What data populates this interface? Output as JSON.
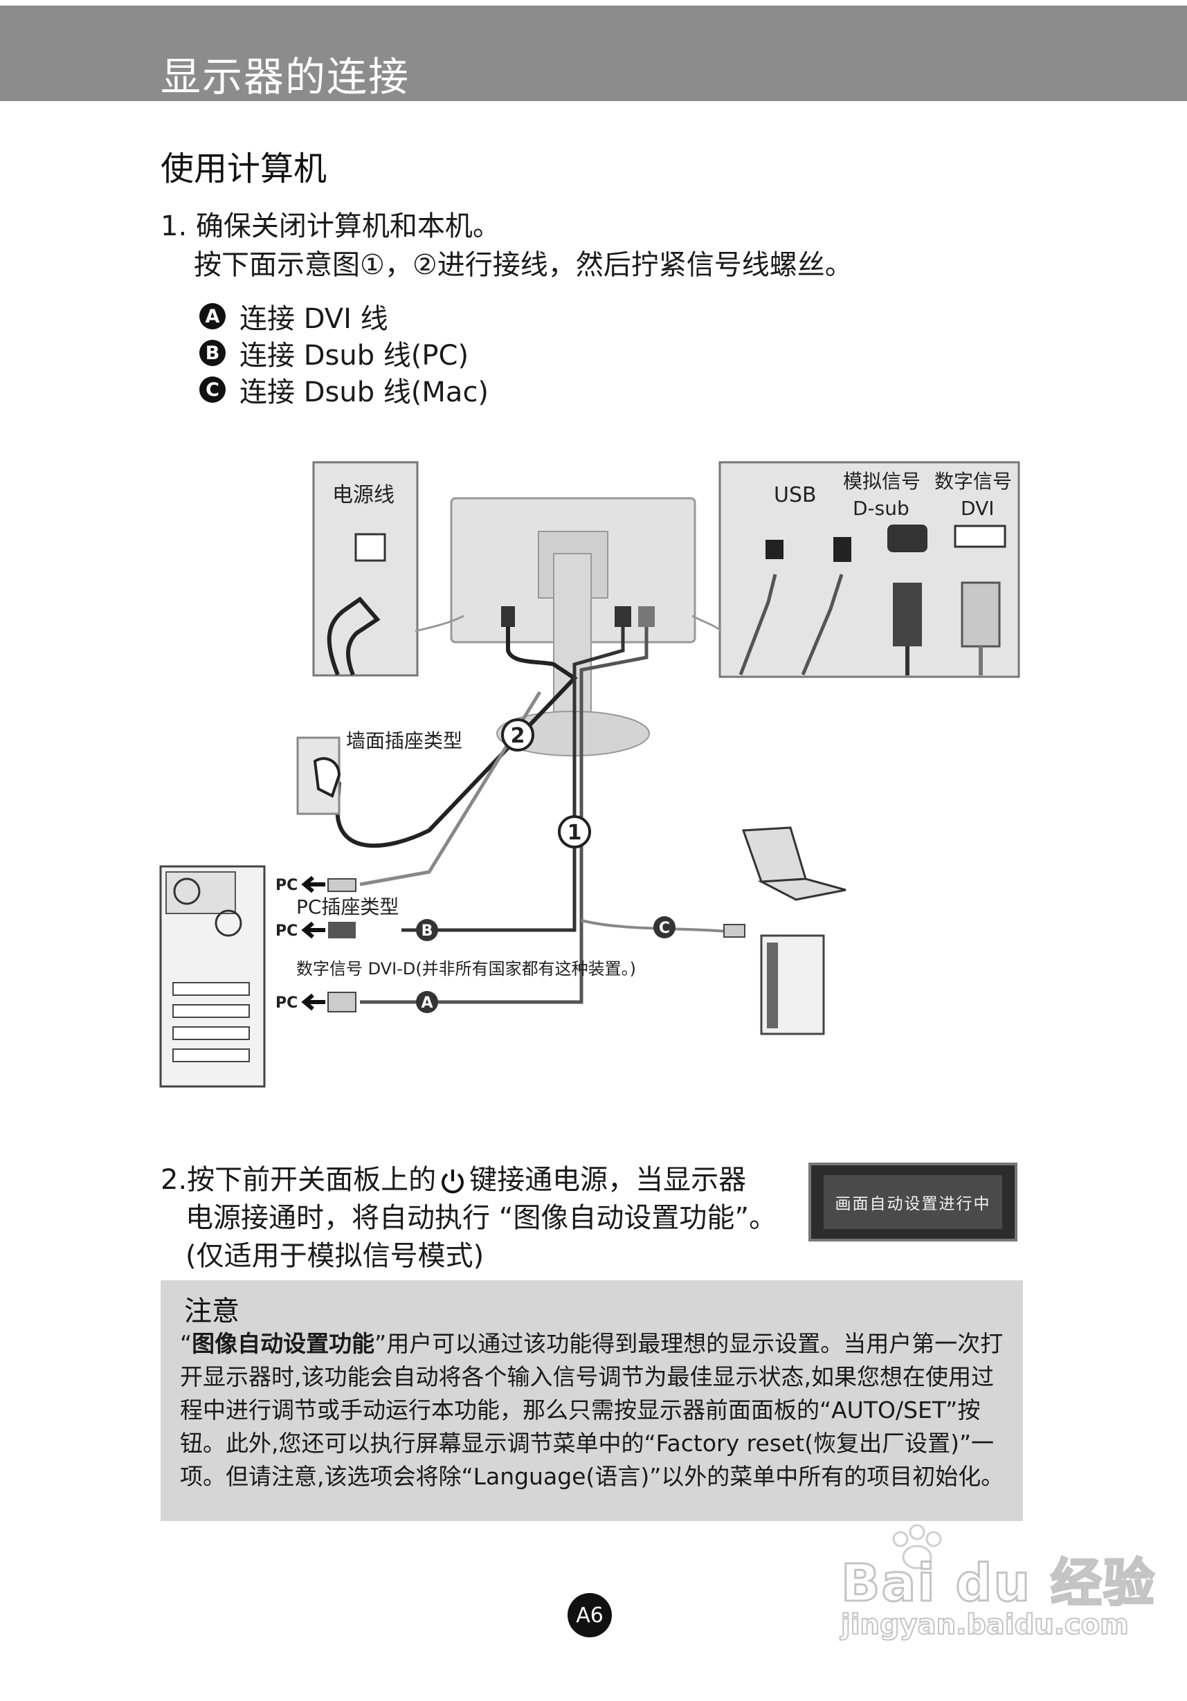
{
  "header": {
    "title": "显示器的连接"
  },
  "section": {
    "title": "使用计算机"
  },
  "step1": {
    "line1": "1. 确保关闭计算机和本机。",
    "line2": "按下面示意图①，②进行接线，然后拧紧信号线螺丝。"
  },
  "legend": [
    {
      "badge": "A",
      "label": "连接 DVI 线"
    },
    {
      "badge": "B",
      "label": "连接 Dsub 线(PC)"
    },
    {
      "badge": "C",
      "label": "连接 Dsub 线(Mac)"
    }
  ],
  "diagram": {
    "power_label": "电源线",
    "usb_label": "USB",
    "analog_label": "模拟信号",
    "dsub_label": "D-sub",
    "digital_label": "数字信号",
    "dvi_label": "DVI",
    "wall_socket_label": "墙面插座类型",
    "pc_socket_label": "PC插座类型",
    "dvi_note": "数字信号 DVI-D(并非所有国家都有这种装置。)",
    "pc_tag": "PC",
    "callout_1": "1",
    "callout_2": "2",
    "badge_a": "A",
    "badge_b": "B",
    "badge_c": "C"
  },
  "step2": {
    "line1_a": "2.按下前开关面板上的",
    "line1_b": "键接通电源，当显示器",
    "line2": "电源接通时，将自动执行 “图像自动设置功能”。",
    "line3": "(仅适用于模拟信号模式)"
  },
  "osd": {
    "text": "画面自动设置进行中"
  },
  "note": {
    "title": "注意",
    "bold_term": "图像自动设置功能",
    "body_1": "“",
    "body_2": "”用户可以通过该功能得到最理想的显示设置。当用户第一次打开显示器时,该功能会自动将各个输入信号调节为最佳显示状态,如果您想在使用过程中进行调节或手动运行本功能，那么只需按显示器前面面板的“AUTO/SET”按钮。此外,您还可以执行屏幕显示调节菜单中的“Factory reset(恢复出厂设置)”一项。但请注意,该选项会将除“Language(语言)”以外的菜单中所有的项目初始化。"
  },
  "page": {
    "number": "A6"
  },
  "watermark": {
    "brand": "Bai du 经验",
    "site": "jingyan.baidu.com"
  }
}
